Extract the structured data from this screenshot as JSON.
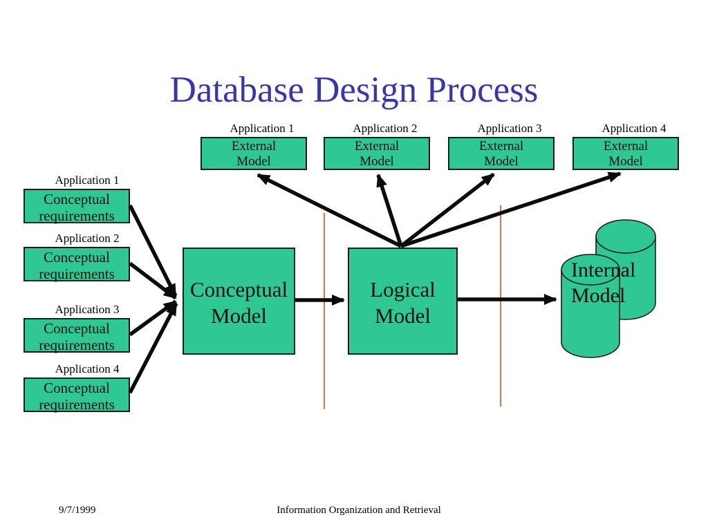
{
  "title": "Database Design Process",
  "external_models": [
    {
      "app": "Application 1",
      "line1": "External",
      "line2": "Model"
    },
    {
      "app": "Application 2",
      "line1": "External",
      "line2": "Model"
    },
    {
      "app": "Application 3",
      "line1": "External",
      "line2": "Model"
    },
    {
      "app": "Application 4",
      "line1": "External",
      "line2": "Model"
    }
  ],
  "conceptual_requirements": [
    {
      "app": "Application 1",
      "line1": "Conceptual",
      "line2": "requirements"
    },
    {
      "app": "Application 2",
      "line1": "Conceptual",
      "line2": "requirements"
    },
    {
      "app": "Application 3",
      "line1": "Conceptual",
      "line2": "requirements"
    },
    {
      "app": "Application 4",
      "line1": "Conceptual",
      "line2": "requirements"
    }
  ],
  "conceptual_model": {
    "line1": "Conceptual",
    "line2": "Model"
  },
  "logical_model": {
    "line1": "Logical",
    "line2": "Model"
  },
  "internal_model": {
    "line1": "Internal",
    "line2": "Model"
  },
  "footer": {
    "date": "9/7/1999",
    "course": "Information Organization and Retrieval"
  },
  "colors": {
    "shape_green": "#2FC894",
    "title_blue": "#3737A8",
    "divider_orange": "#E0714C",
    "arrow_black": "#0b0b0b"
  }
}
